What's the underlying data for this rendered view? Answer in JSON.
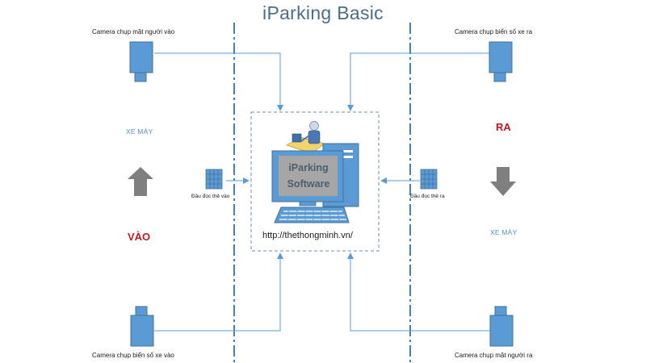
{
  "title": "iParking Basic",
  "cameras": {
    "top_left": "Camera chụp mặt người vào",
    "top_right": "Camera chụp biển số xe ra",
    "bottom_left": "Camera chụp biển số xe vào",
    "bottom_right": "Camera chụp mặt người ra"
  },
  "lanes": {
    "left_vehicle": "XE MÁY",
    "right_vehicle": "XE MÁY",
    "entry": "VÀO",
    "exit": "RA"
  },
  "readers": {
    "left": "Đầu đọc thẻ vào",
    "right": "Đầu đọc thẻ ra"
  },
  "software": {
    "line1": "iParking",
    "line2": "Software",
    "url": "http://thethongminh.vn/"
  },
  "colors": {
    "camera_blue": "#5b9bd5",
    "arrow_grey": "#7f7f7f",
    "divider_blue": "#2e74b5",
    "accent_red": "#c8161d"
  }
}
